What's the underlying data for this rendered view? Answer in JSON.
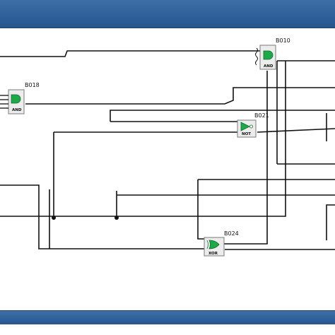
{
  "blocks": [
    {
      "id": "B010",
      "type": "AND"
    },
    {
      "id": "B018",
      "type": "AND"
    },
    {
      "id": "B021",
      "type": "NOT"
    },
    {
      "id": "B024",
      "type": "XOR"
    }
  ],
  "colors": {
    "title_bar": "#2f5f99",
    "wire": "#111111",
    "block_fill": "#ececec",
    "block_border": "#7a7a7a",
    "gate_green": "#1fa84a"
  },
  "icons": {
    "and_symbol": "and-gate-icon",
    "not_symbol": "not-gate-icon",
    "xor_symbol": "xor-gate-icon",
    "input_connector": "wavy-connector-icon"
  }
}
